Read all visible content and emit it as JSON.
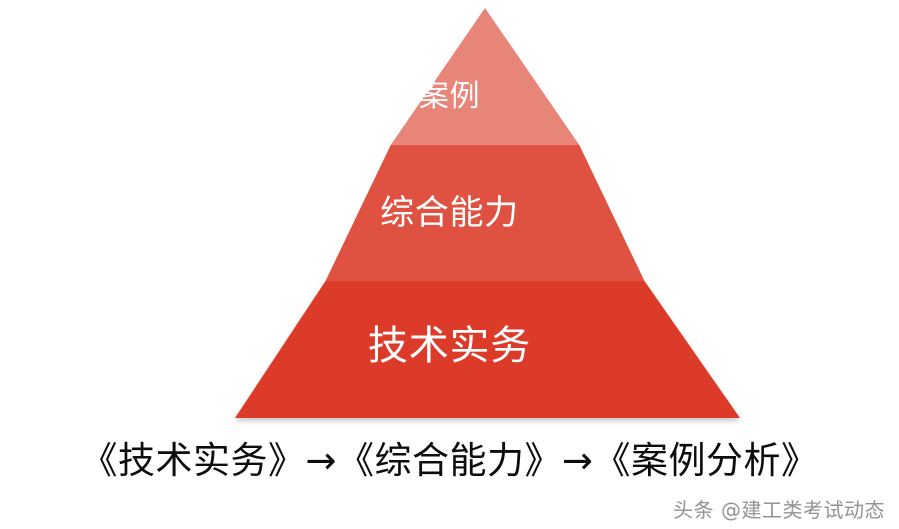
{
  "background_color": "#ffffff",
  "pyramid": {
    "name": "three-tier-pyramid",
    "shadow_color": "#d9d9d9",
    "tiers": [
      {
        "id": "top",
        "label": "案例",
        "color": "#e88579",
        "text_color": "#ffffff",
        "order": 3
      },
      {
        "id": "middle",
        "label": "综合能力",
        "color": "#df5242",
        "text_color": "#ffffff",
        "order": 2
      },
      {
        "id": "bottom",
        "label": "技术实务",
        "color": "#dd3b2a",
        "text_color": "#ffffff",
        "order": 1
      }
    ]
  },
  "caption": {
    "text": "《技术实务》→《综合能力》→《案例分析》",
    "color": "#0d0d0d"
  },
  "watermark": {
    "text": "头条 @建工类考试动态",
    "color": "#8a8a8a"
  }
}
